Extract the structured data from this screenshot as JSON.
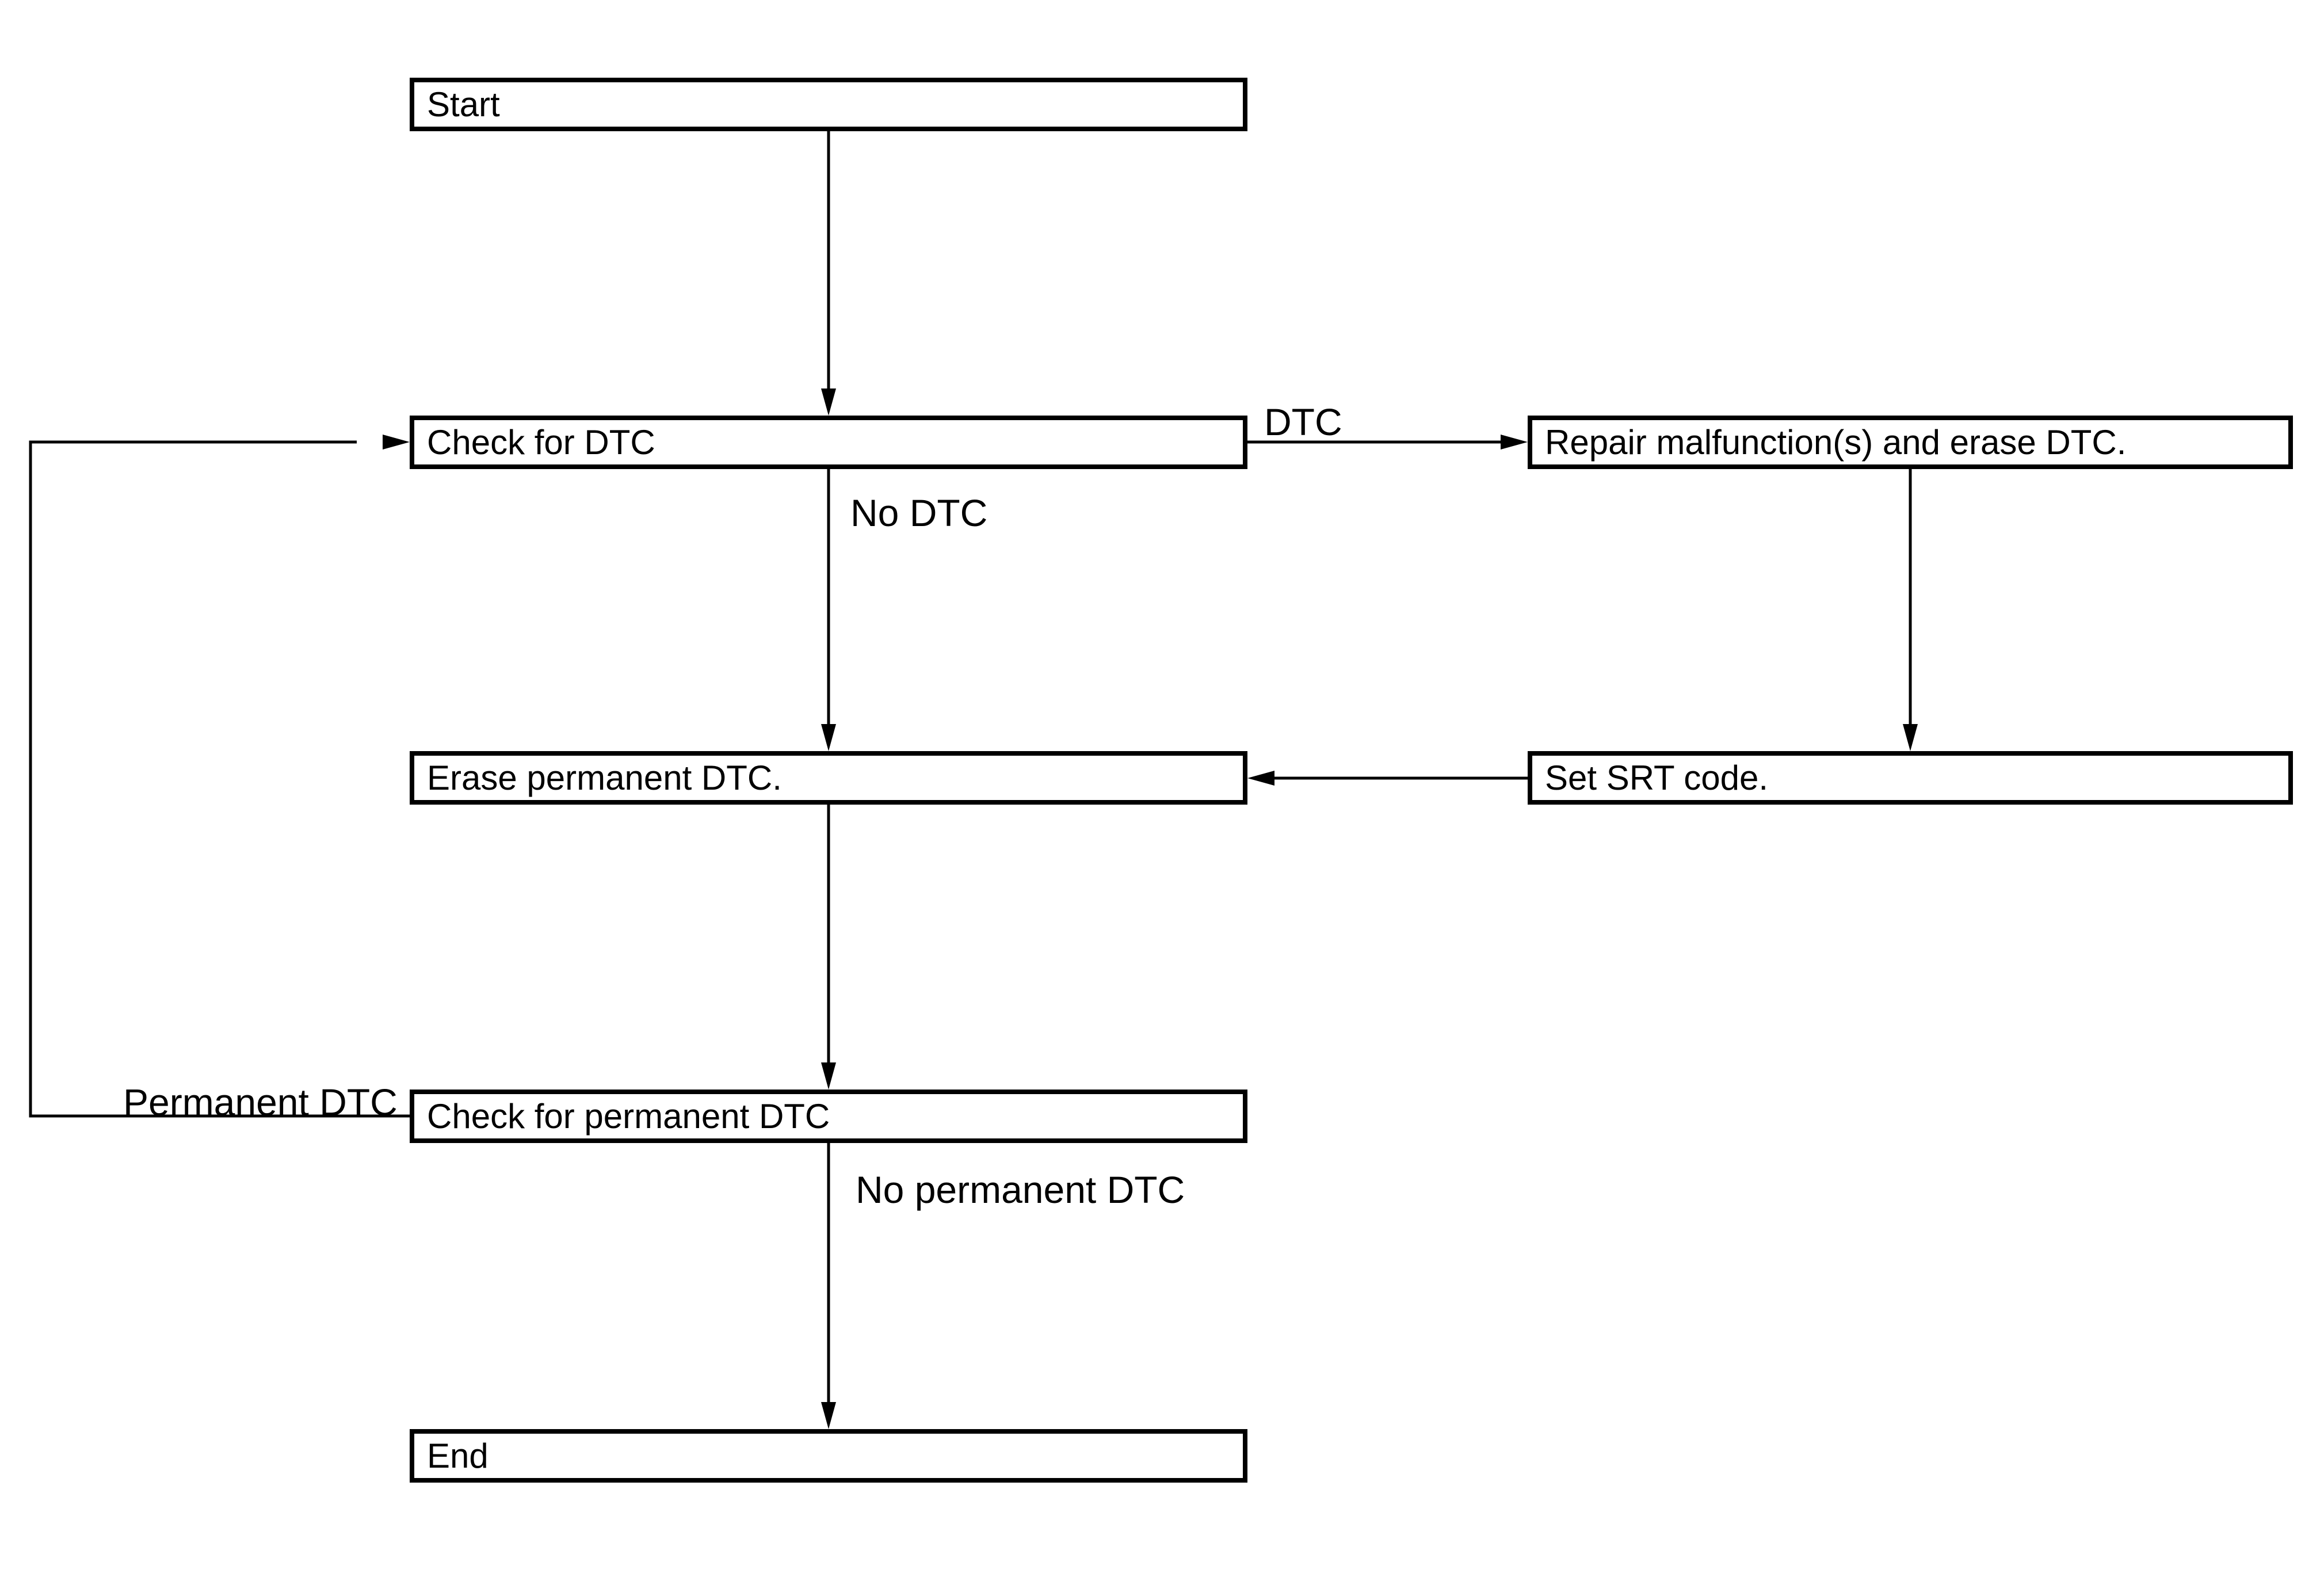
{
  "diagram": {
    "background_color": "#ffffff",
    "line_color": "#000000",
    "box_fill_color": "#ffffff",
    "nodes": [
      {
        "id": "start",
        "label": "Start"
      },
      {
        "id": "check-dtc",
        "label": "Check for DTC"
      },
      {
        "id": "repair-malfunctions",
        "label": "Repair malfunction(s) and erase DTC."
      },
      {
        "id": "erase-permanent-dtc",
        "label": "Erase permanent DTC."
      },
      {
        "id": "set-srt-code",
        "label": "Set SRT code."
      },
      {
        "id": "check-permanent-dtc",
        "label": "Check for permanent DTC"
      },
      {
        "id": "end",
        "label": "End"
      }
    ],
    "edge_labels": [
      {
        "id": "dtc",
        "text": "DTC"
      },
      {
        "id": "no-dtc",
        "text": "No DTC"
      },
      {
        "id": "permanent-dtc",
        "text": "Permanent DTC"
      },
      {
        "id": "no-permanent-dtc",
        "text": "No permanent DTC"
      }
    ],
    "edges": [
      {
        "from": "start",
        "to": "check-dtc",
        "label": ""
      },
      {
        "from": "check-dtc",
        "to": "repair-malfunctions",
        "label": "DTC"
      },
      {
        "from": "check-dtc",
        "to": "erase-permanent-dtc",
        "label": "No DTC"
      },
      {
        "from": "repair-malfunctions",
        "to": "set-srt-code",
        "label": ""
      },
      {
        "from": "set-srt-code",
        "to": "erase-permanent-dtc",
        "label": ""
      },
      {
        "from": "erase-permanent-dtc",
        "to": "check-permanent-dtc",
        "label": ""
      },
      {
        "from": "check-permanent-dtc",
        "to": "check-dtc",
        "label": "Permanent DTC"
      },
      {
        "from": "check-permanent-dtc",
        "to": "end",
        "label": "No permanent DTC"
      }
    ]
  }
}
